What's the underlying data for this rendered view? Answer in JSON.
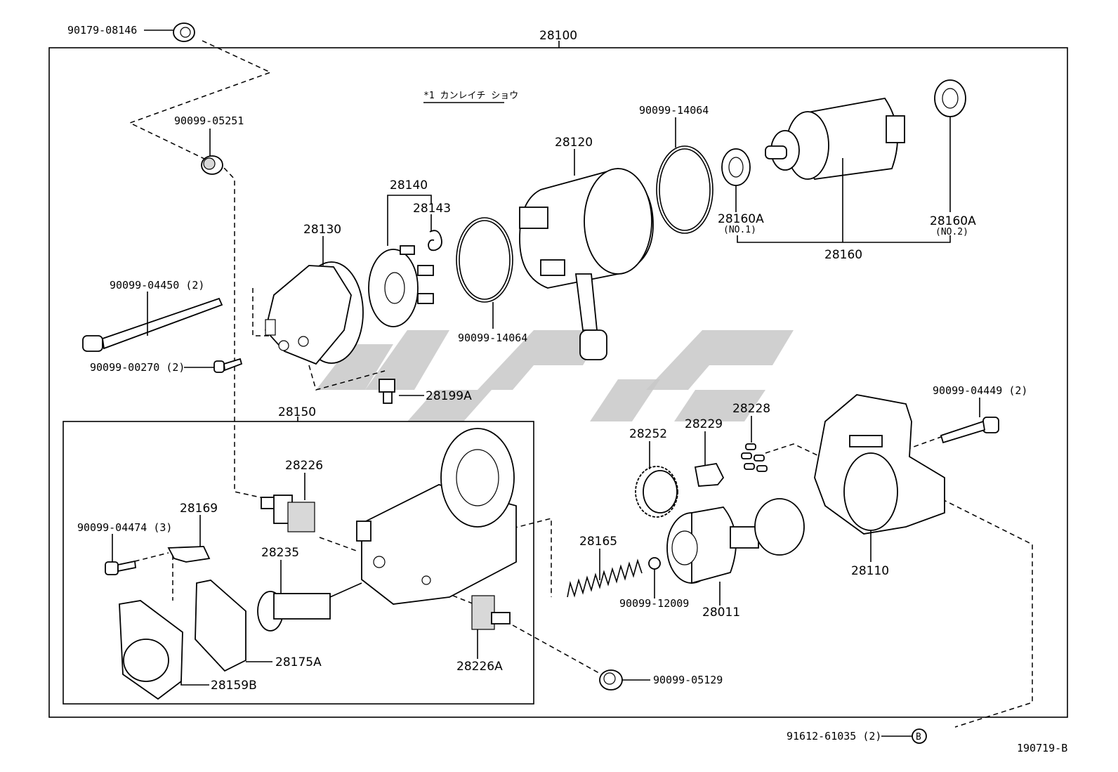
{
  "diagram": {
    "header_label": "28100",
    "note": "*1 カンレイチ ショウ",
    "figure_code": "190719-B",
    "group_labels": {
      "brush_holder": "28140",
      "armature": "28160",
      "solenoid": "28150"
    },
    "parts": [
      {
        "id": "p90179-08146",
        "label": "90179-08146"
      },
      {
        "id": "p90099-05251",
        "label": "90099-05251"
      },
      {
        "id": "p90099-04450",
        "label": "90099-04450 (2)"
      },
      {
        "id": "p90099-00270",
        "label": "90099-00270 (2)"
      },
      {
        "id": "p28130",
        "label": "28130"
      },
      {
        "id": "p28143",
        "label": "28143"
      },
      {
        "id": "p90099-14064a",
        "label": "90099-14064"
      },
      {
        "id": "p28120",
        "label": "28120"
      },
      {
        "id": "p90099-14064b",
        "label": "90099-14064"
      },
      {
        "id": "p28160a-1",
        "label": "28160A",
        "sub": "(NO.1)"
      },
      {
        "id": "p28160a-2",
        "label": "28160A",
        "sub": "(NO.2)"
      },
      {
        "id": "p28199a",
        "label": "28199A"
      },
      {
        "id": "p28226",
        "label": "28226"
      },
      {
        "id": "p28169",
        "label": "28169"
      },
      {
        "id": "p90099-04474",
        "label": "90099-04474 (3)"
      },
      {
        "id": "p28235",
        "label": "28235"
      },
      {
        "id": "p28175a",
        "label": "28175A"
      },
      {
        "id": "p28159b",
        "label": "28159B"
      },
      {
        "id": "p28226a",
        "label": "28226A"
      },
      {
        "id": "p90099-05129",
        "label": "90099-05129"
      },
      {
        "id": "p28252",
        "label": "28252"
      },
      {
        "id": "p28229",
        "label": "28229"
      },
      {
        "id": "p28228",
        "label": "28228"
      },
      {
        "id": "p90099-04449",
        "label": "90099-04449 (2)"
      },
      {
        "id": "p28165",
        "label": "28165"
      },
      {
        "id": "p90099-12009",
        "label": "90099-12009"
      },
      {
        "id": "p28011",
        "label": "28011"
      },
      {
        "id": "p28110",
        "label": "28110"
      },
      {
        "id": "p91612-61035",
        "label": "91612-61035 (2)"
      }
    ],
    "callout_marker": "B"
  }
}
